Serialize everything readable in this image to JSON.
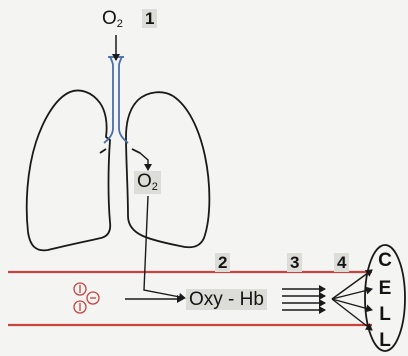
{
  "labels": {
    "o2_top": "O",
    "o2_top_sub": "2",
    "o2_lung": "O",
    "o2_lung_sub": "2",
    "oxy_hb": "Oxy - Hb"
  },
  "steps": [
    "1",
    "2",
    "3",
    "4"
  ],
  "cell_letters": [
    "C",
    "E",
    "L",
    "L"
  ],
  "colors": {
    "vessel": "#c8443f",
    "trachea": "#4a6ea8",
    "rbc": "#c8443f",
    "line": "#1a1a1a",
    "label_shade": "#dcdcd8"
  }
}
